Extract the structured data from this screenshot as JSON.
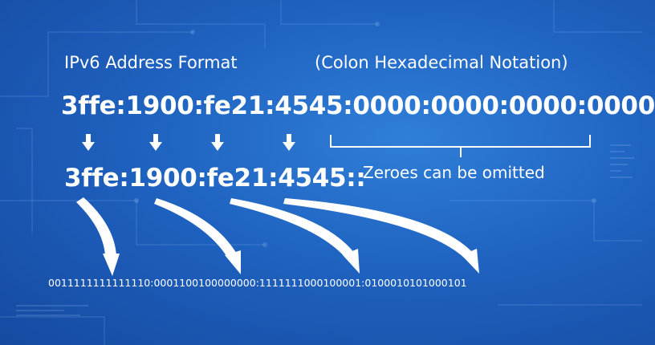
{
  "heading_left": "IPv6 Address Format",
  "heading_right": "(Colon Hexadecimal Notation)",
  "full_address": "3ffe:1900:fe21:4545:0000:0000:0000:0000",
  "short_address": "3ffe:1900:fe21:4545::",
  "omitted_note": "Zeroes can be omitted",
  "binary_address": "0011111111111110:0001100100000000:1111111000100001:0100010101000101",
  "colors": {
    "background": "#1f62c0",
    "foreground": "#ffffff"
  }
}
